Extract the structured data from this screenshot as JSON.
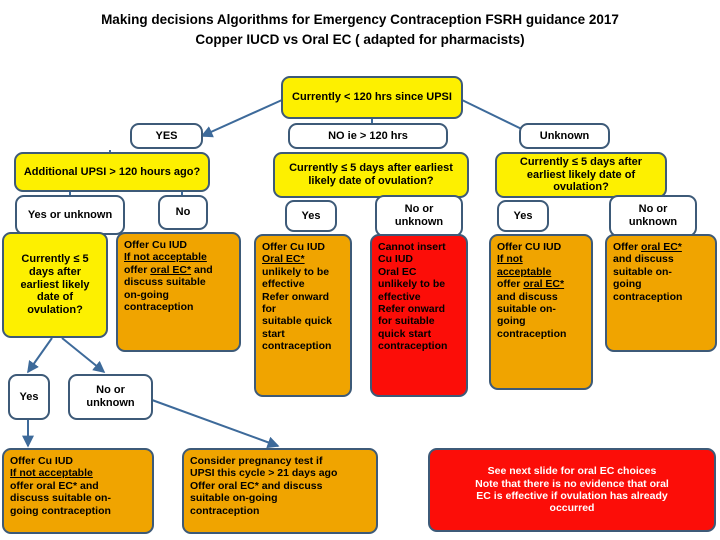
{
  "title": {
    "line1": "Making decisions Algorithms  for Emergency Contraception FSRH guidance 2017",
    "line2": "Copper IUCD vs Oral EC ( adapted for pharmacists)"
  },
  "colors": {
    "border": "#3d5a78",
    "yellow": "#fdf000",
    "orange": "#f0a400",
    "red": "#fc0d08",
    "white": "#ffffff",
    "connector": "#3d6a9a"
  },
  "nodes": {
    "root": "Currently < 120 hrs since UPSI",
    "branch_yes": "YES",
    "branch_no": "NO ie > 120 hrs",
    "branch_unknown": "Unknown",
    "left_q_additional_upsi": "Additional UPSI > 120 hours ago?",
    "left_yes_or_unknown": "Yes or unknown",
    "left_no": "No",
    "left_q_ovulation_l1": "Currently ≤ 5",
    "left_q_ovulation_l2": "days after",
    "left_q_ovulation_l3": "earliest likely",
    "left_q_ovulation_l4": "date of",
    "left_q_ovulation_l5": "ovulation?",
    "left_offer_cu_iud_l1": "Offer Cu IUD",
    "left_offer_cu_iud_l2": "If not acceptable",
    "left_offer_cu_iud_l3": "offer ",
    "left_offer_cu_iud_l3u": "oral EC*",
    "left_offer_cu_iud_l4": " and",
    "left_offer_cu_iud_l5": "discuss suitable",
    "left_offer_cu_iud_l6": "on-going",
    "left_offer_cu_iud_l7": "contraception",
    "left_yes": "Yes",
    "left_no_or_unknown": "No or unknown",
    "bottom_left_l1": "Offer Cu IUD",
    "bottom_left_l2": "If not acceptable",
    "bottom_left_l3": "offer oral EC* and",
    "bottom_left_l4": "discuss suitable on-",
    "bottom_left_l5": "going contraception",
    "mid_q_ovulation": "Currently ≤ 5 days  after earliest likely date of ovulation?",
    "mid_yes": "Yes",
    "mid_no_or_unknown": "No or unknown",
    "mid_offer_l1": "Offer Cu IUD",
    "mid_offer_l2": "Oral EC*",
    "mid_offer_l3": "unlikely to be",
    "mid_offer_l4": "effective",
    "mid_offer_l5": "Refer onward",
    "mid_offer_l6": "for",
    "mid_offer_l7": "suitable quick",
    "mid_offer_l8": "start",
    "mid_offer_l9": "contraception",
    "mid_cannot_l1": "Cannot insert",
    "mid_cannot_l2": "Cu IUD",
    "mid_cannot_l3": "Oral EC",
    "mid_cannot_l4": "unlikely to be",
    "mid_cannot_l5": "effective",
    "mid_cannot_l6": "Refer onward",
    "mid_cannot_l7": "for  suitable",
    "mid_cannot_l8": "quick start",
    "mid_cannot_l9": "contraception",
    "right_q_ovulation": "Currently ≤ 5 days after earliest likely date of ovulation?",
    "right_yes": "Yes",
    "right_no_or_unknown": "No or unknown",
    "right_offer_cu_l1": " Offer CU IUD",
    "right_offer_cu_l2": "If not",
    "right_offer_cu_l3": "acceptable",
    "right_offer_cu_l4": "offer ",
    "right_offer_cu_l4u": "oral EC*",
    "right_offer_cu_l5": "and discuss",
    "right_offer_cu_l6": "suitable on-",
    "right_offer_cu_l7": "going",
    "right_offer_cu_l8": "contraception",
    "right_offer_ec_l1": "Offer ",
    "right_offer_ec_l1u": "oral EC*",
    "right_offer_ec_l2": "and discuss",
    "right_offer_ec_l3": "suitable on-",
    "right_offer_ec_l4": "going",
    "right_offer_ec_l5": "contraception",
    "bottom_mid_l1": "Consider pregnancy test if",
    "bottom_mid_l2": "UPSI this cycle > 21 days ago",
    "bottom_mid_l3": "Offer oral EC* and discuss",
    "bottom_mid_l4": "suitable on-going",
    "bottom_mid_l5": "contraception",
    "bottom_right_l1": "See next slide for oral EC choices",
    "bottom_right_l2": "Note that there is no evidence that oral",
    "bottom_right_l3": "EC is effective if ovulation has already",
    "bottom_right_l4": "occurred"
  }
}
